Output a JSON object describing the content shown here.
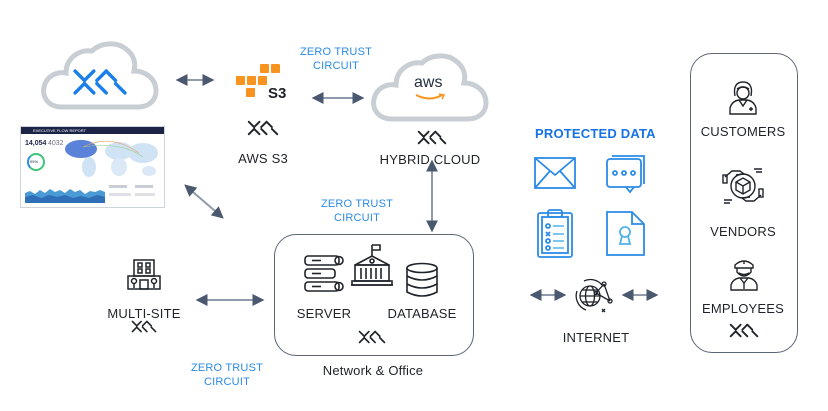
{
  "diagram": {
    "nodes": {
      "xona_cloud": {
        "icon": "xona-logo-icon"
      },
      "dashboard": {
        "header_title": "EXECUTIVE FLOW REPORT",
        "stat_primary": "14,054",
        "stat_secondary": "4032",
        "gauge_value": "95%"
      },
      "aws_s3": {
        "label": "AWS S3",
        "icon_text": "S3"
      },
      "hybrid_cloud": {
        "label": "HYBRID CLOUD",
        "icon_text": "aws"
      },
      "multi_site": {
        "label": "MULTI-SITE"
      },
      "network_office": {
        "label": "Network & Office",
        "server_label": "SERVER",
        "database_label": "DATABASE"
      },
      "protected_data": {
        "title": "PROTECTED DATA",
        "items": [
          "email-icon",
          "chat-icon",
          "clipboard-icon",
          "locked-file-icon"
        ]
      },
      "internet": {
        "label": "INTERNET"
      },
      "users": {
        "items": [
          {
            "label": "CUSTOMERS",
            "icon": "customer-icon"
          },
          {
            "label": "VENDORS",
            "icon": "vendor-icon"
          },
          {
            "label": "EMPLOYEES",
            "icon": "employee-icon"
          }
        ]
      }
    },
    "zero_trust_labels": [
      {
        "line1": "ZERO TRUST",
        "line2": "CIRCUIT"
      },
      {
        "line1": "ZERO TRUST",
        "line2": "CIRCUIT"
      },
      {
        "line1": "ZERO TRUST",
        "line2": "CIRCUIT"
      }
    ],
    "colors": {
      "accent_blue": "#1673e6",
      "circuit_blue": "#2b8be6",
      "xona_blue": "#1a7fe8",
      "aws_orange": "#f7931e",
      "cloud_gray": "#c8ced3",
      "arrow": "#4a5870"
    }
  }
}
